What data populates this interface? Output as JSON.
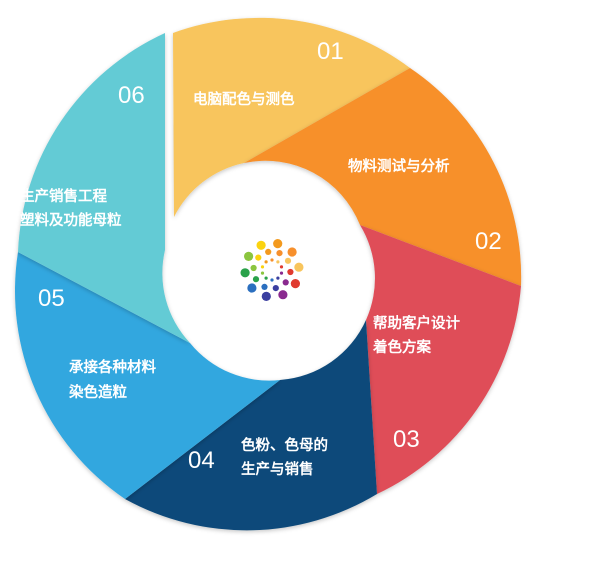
{
  "segments": [
    {
      "number": "01",
      "lines": [
        "电脑配色与测色"
      ],
      "color": "#f8c55d"
    },
    {
      "number": "02",
      "lines": [
        "物料测试与分析"
      ],
      "color": "#f7902c"
    },
    {
      "number": "03",
      "lines": [
        "帮助客户设计",
        "着色方案"
      ],
      "color": "#df4d58"
    },
    {
      "number": "04",
      "lines": [
        "色粉、色母的",
        "生产与销售"
      ],
      "color": "#0c4a7a"
    },
    {
      "number": "05",
      "lines": [
        "承接各种材料",
        "染色造粒"
      ],
      "color": "#33a7df"
    },
    {
      "number": "06",
      "lines": [
        "生产销售工程",
        "塑料及功能母粒"
      ],
      "color": "#63cbd5"
    }
  ],
  "logo": {
    "dot_colors": [
      "#f7902c",
      "#f8c55d",
      "#e03a2f",
      "#8a2a8f",
      "#3b3fa0",
      "#2b6fbf",
      "#2aa24a",
      "#8bc53f",
      "#fbd30f",
      "#f39a1e"
    ]
  }
}
